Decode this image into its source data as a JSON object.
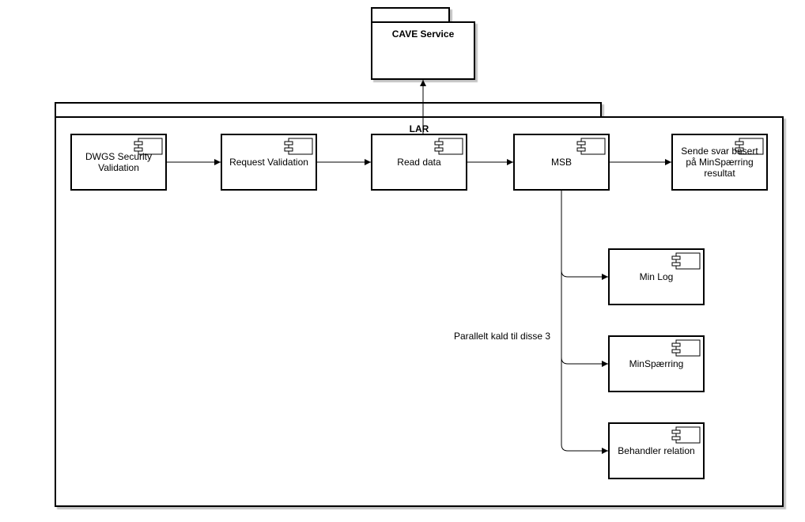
{
  "packages": {
    "cave": {
      "title": "CAVE Service"
    },
    "lar": {
      "title": "LAR"
    }
  },
  "components": {
    "dwgs": [
      "DWGS Security",
      "Validation"
    ],
    "request": [
      "Request Validation"
    ],
    "read": [
      "Read data"
    ],
    "msb": [
      "MSB"
    ],
    "sende": [
      "Sende svar basert",
      "på MinSpærring",
      "resultat"
    ],
    "minlog": [
      "Min Log"
    ],
    "minsperring": [
      "MinSpærring"
    ],
    "behandler": [
      "Behandler relation"
    ]
  },
  "annotations": {
    "parallel": "Parallelt kald til disse 3"
  }
}
